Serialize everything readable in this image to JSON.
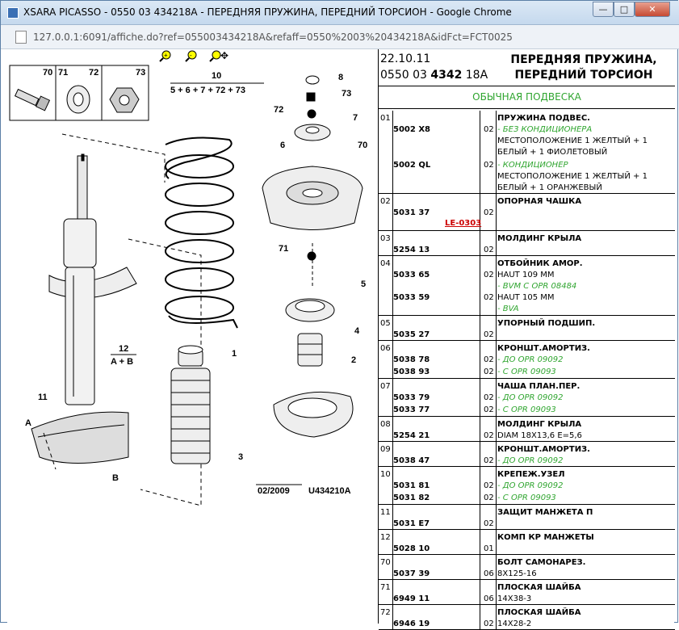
{
  "window": {
    "title": "XSARA PICASSO - 0550 03 434218A - ПЕРЕДНЯЯ ПРУЖИНА, ПЕРЕДНИЙ ТОРСИОН - Google Chrome",
    "minimize": "—",
    "maximize": "□",
    "close": "✕"
  },
  "address": {
    "url": "127.0.0.1:6091/affiche.do?ref=055003434218A&refaff=0550%2003%20434218A&idFct=FCT0025"
  },
  "header": {
    "date": "22.10.11",
    "ref_prefix": "0550 03 ",
    "ref_bold": "4342",
    "ref_suffix": " 18A",
    "title_line1": "ПЕРЕДНЯЯ ПРУЖИНА,",
    "title_line2": "ПЕРЕДНИЙ ТОРСИОН",
    "variant": "ОБЫЧНАЯ ПОДВЕСКА"
  },
  "diagram": {
    "zoom_in_icon": "zoom-in",
    "zoom_out_icon": "zoom-out",
    "pan_icon": "pan",
    "legend_nums": [
      "70",
      "71",
      "72",
      "73"
    ],
    "labels": {
      "c1": "1",
      "c2": "2",
      "c3": "3",
      "c4": "4",
      "c5": "5",
      "c6": "6",
      "c7": "7",
      "c8": "8",
      "c10": "10",
      "c10_formula": "5 + 6 + 7 + 72 + 73",
      "c11": "11",
      "c12": "12",
      "c12_formula": "A + B",
      "c70": "70",
      "c71": "71",
      "c72": "72",
      "c73": "73",
      "cA": "A",
      "cB": "B"
    },
    "footer_date": "02/2009",
    "footer_code": "U434210A"
  },
  "parts": [
    {
      "num": "01",
      "lines": [
        {
          "code": "5002 X8",
          "qty": "02",
          "desc": "ПРУЖИНА ПОДВЕС.",
          "bold": true,
          "descs": [
            "- БЕЗ КОНДИЦИОНЕРА",
            "МЕСТОПОЛОЖЕНИЕ 1 ЖЕЛТЫЙ + 1",
            "БЕЛЫЙ + 1 ФИОЛЕТОВЫЙ"
          ]
        },
        {
          "code": "5002 QL",
          "qty": "02",
          "descs": [
            "- КОНДИЦИОНЕР",
            "МЕСТОПОЛОЖЕНИЕ 1 ЖЕЛТЫЙ + 1",
            "БЕЛЫЙ + 1 ОРАНЖЕВЫЙ"
          ]
        }
      ]
    },
    {
      "num": "02",
      "code": "5031 37",
      "qty": "02",
      "desc": "ОПОРНАЯ ЧАШКА",
      "link": "LE-0303"
    },
    {
      "num": "03",
      "code": "5254 13",
      "qty": "02",
      "desc": "МОЛДИНГ КРЫЛА"
    },
    {
      "num": "04",
      "code": "5033 65",
      "code2": "5033 59",
      "qty": "02",
      "qty2": "02",
      "desc": "ОТБОЙНИК АМОР.",
      "d1": "HAUT 109 MM",
      "d2": "- BVM C OPR 08484",
      "d3": "HAUT 105 MM",
      "d4": "- BVA"
    },
    {
      "num": "05",
      "code": "5035 27",
      "qty": "02",
      "desc": "УПОРНЫЙ ПОДШИП."
    },
    {
      "num": "06",
      "code": "5038 78",
      "code2": "5038 93",
      "qty": "02",
      "qty2": "02",
      "desc": "КРОНШТ.АМОРТИЗ.",
      "d1": "- ДО OPR 09092",
      "d2": "- С OPR 09093"
    },
    {
      "num": "07",
      "code": "5033 79",
      "code2": "5033 77",
      "qty": "02",
      "qty2": "02",
      "desc": "ЧАША ПЛАН.ПЕР.",
      "d1": "- ДО OPR 09092",
      "d2": "- С OPR 09093"
    },
    {
      "num": "08",
      "code": "5254 21",
      "qty": "02",
      "desc": "МОЛДИНГ КРЫЛА",
      "d1": "DIAM 18X13,6 E=5,6"
    },
    {
      "num": "09",
      "code": "5038 47",
      "qty": "02",
      "desc": "КРОНШТ.АМОРТИЗ.",
      "d1": "- ДО OPR 09092"
    },
    {
      "num": "10",
      "code": "5031 81",
      "code2": "5031 82",
      "qty": "02",
      "qty2": "02",
      "desc": "КРЕПЕЖ.УЗЕЛ",
      "d1": "- ДО OPR 09092",
      "d2": "- С OPR 09093"
    },
    {
      "num": "11",
      "code": "5031 E7",
      "qty": "02",
      "desc": "ЗАЩИТ МАНЖЕТА П"
    },
    {
      "num": "12",
      "code": "5028 10",
      "qty": "01",
      "desc": "КОМП КР МАНЖЕТЫ"
    },
    {
      "num": "70",
      "code": "5037 39",
      "qty": "06",
      "desc": "БОЛТ САМОНАРЕЗ.",
      "d1": "8X125-16"
    },
    {
      "num": "71",
      "code": "6949 11",
      "qty": "06",
      "desc": "ПЛОСКАЯ ШАЙБА",
      "d1": "14X38-3"
    },
    {
      "num": "72",
      "code": "6946 19",
      "qty": "02",
      "desc": "ПЛОСКАЯ ШАЙБА",
      "d1": "14X28-2"
    }
  ]
}
